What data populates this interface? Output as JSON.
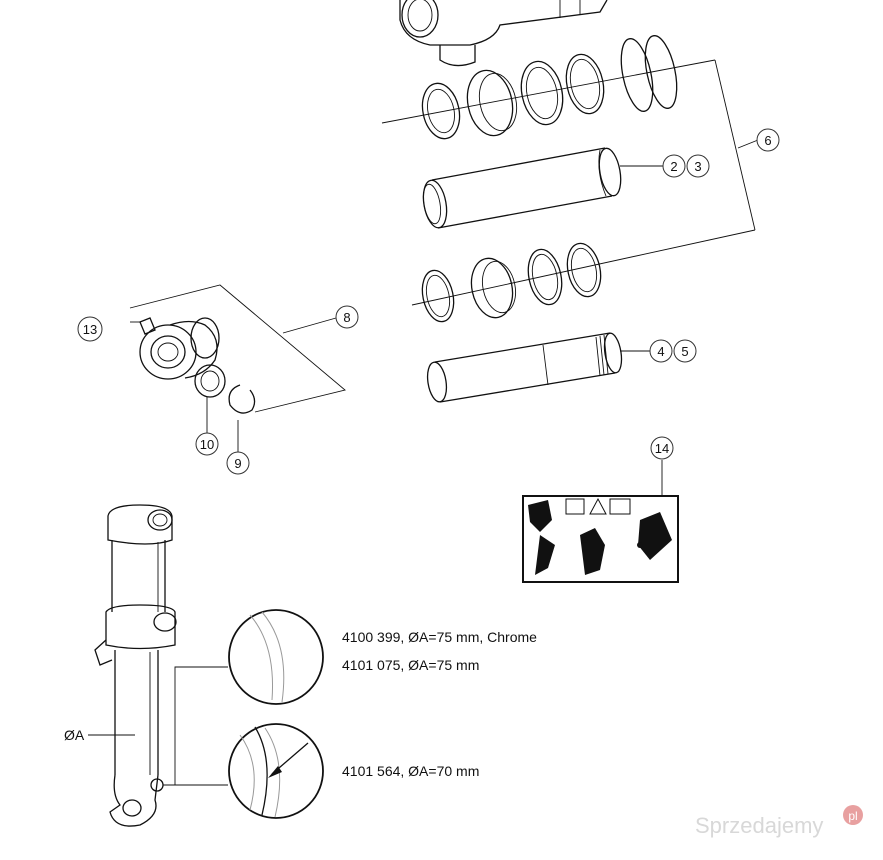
{
  "callouts": [
    "2",
    "3",
    "4",
    "5",
    "6",
    "8",
    "9",
    "10",
    "13",
    "14"
  ],
  "variants": [
    "4100 399, ØA=75 mm, Chrome",
    "4101 075, ØA=75 mm",
    "4101 564, ØA=70 mm"
  ],
  "dimension_label": "ØA",
  "watermark": {
    "brand": "Sprzedajemy",
    "suffix": "pl"
  }
}
